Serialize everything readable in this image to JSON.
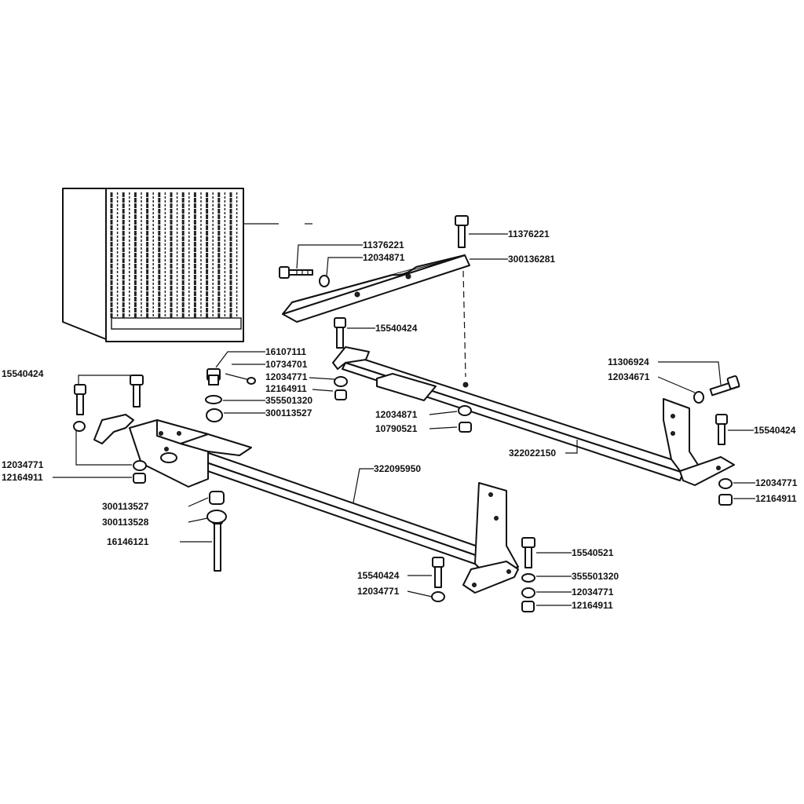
{
  "parts": {
    "p1": "11376221",
    "p2": "11376221",
    "p3": "12034871",
    "p4": "300136281",
    "p5": "15540424",
    "p6": "16107111",
    "p7": "10734701",
    "p8": "12034771",
    "p9": "12164911",
    "p10": "355501320",
    "p11": "300113527",
    "p12": "11306924",
    "p13": "12034671",
    "p14": "12034871",
    "p15": "10790521",
    "p16": "15540424",
    "p17": "322022150",
    "p18": "15540424",
    "p19": "12034771",
    "p20": "12164911",
    "p21": "322095950",
    "p22": "12034771",
    "p23": "12164911",
    "p24": "300113527",
    "p25": "300113528",
    "p26": "16146121",
    "p27": "15540521",
    "p28": "355501320",
    "p29": "15540424",
    "p30": "12034771",
    "p31": "12034771",
    "p32": "12164911"
  }
}
